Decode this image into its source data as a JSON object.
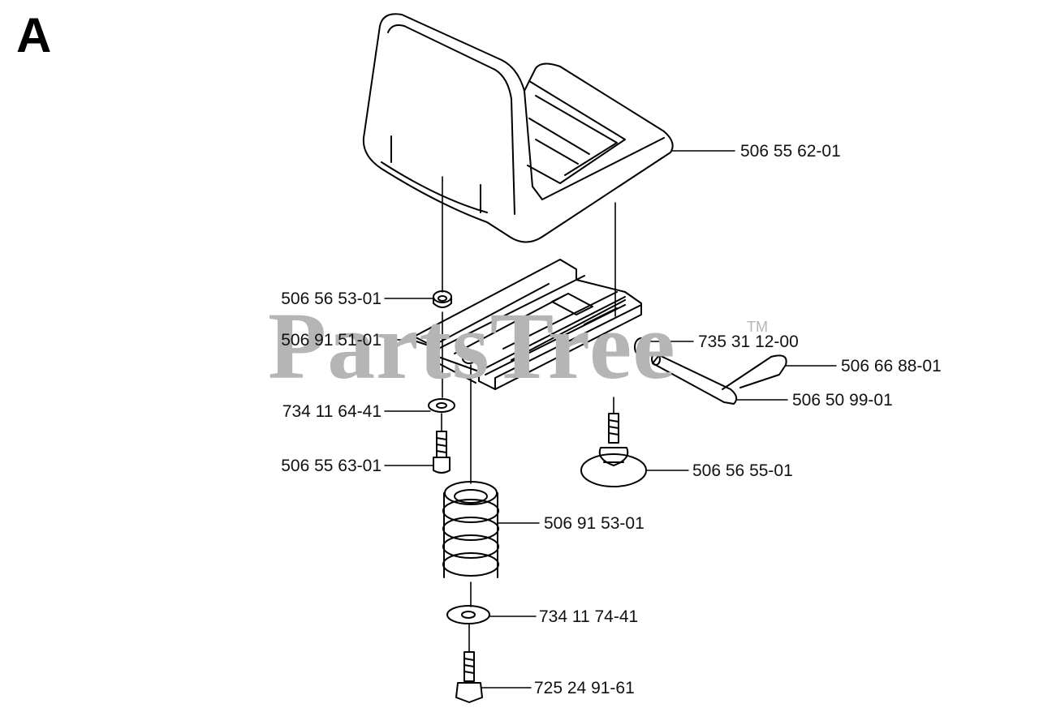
{
  "section_letter": "A",
  "watermark": {
    "text": "PartsTree",
    "trademark": "TM"
  },
  "parts": [
    {
      "id": "seat",
      "number": "506 55 62-01"
    },
    {
      "id": "bushing",
      "number": "506 56 53-01"
    },
    {
      "id": "bracket",
      "number": "506 91 51-01"
    },
    {
      "id": "washer-upper",
      "number": "734 11 64-41"
    },
    {
      "id": "screw",
      "number": "506 55 63-01"
    },
    {
      "id": "spring",
      "number": "506 91 53-01"
    },
    {
      "id": "washer-lower",
      "number": "734 11 74-41"
    },
    {
      "id": "bolt",
      "number": "725 24 91-61"
    },
    {
      "id": "lock-washer",
      "number": "735 31 12-00"
    },
    {
      "id": "hair-pin",
      "number": "506 66 88-01"
    },
    {
      "id": "pin",
      "number": "506 50 99-01"
    },
    {
      "id": "knob",
      "number": "506 56 55-01"
    }
  ]
}
